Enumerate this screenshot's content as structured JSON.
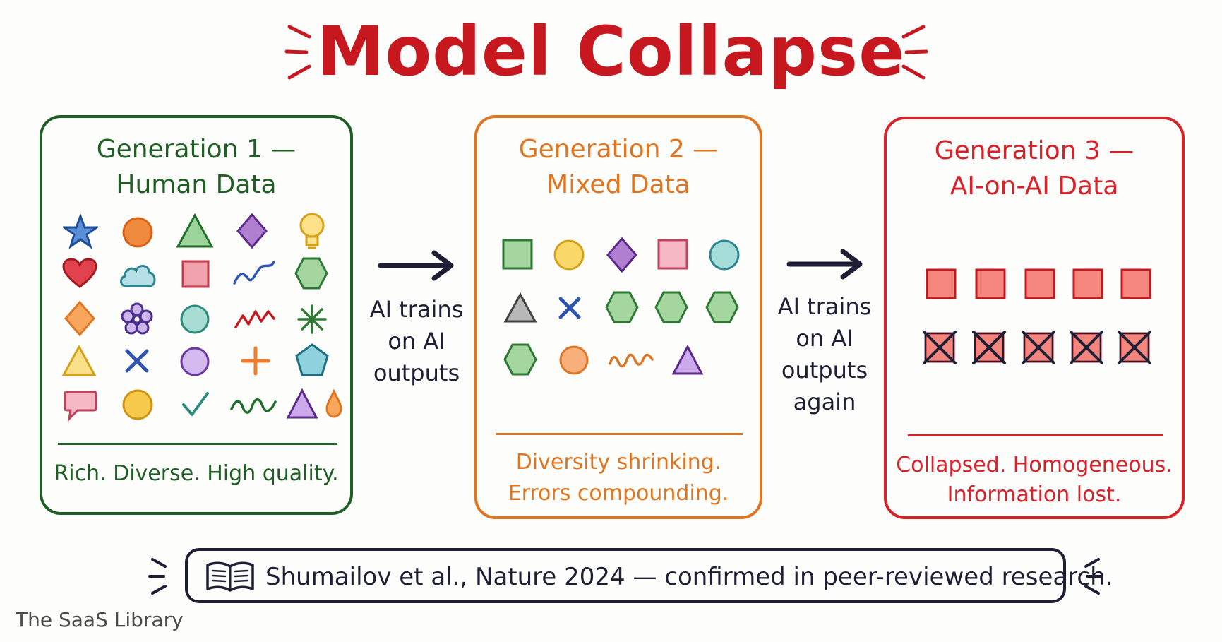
{
  "title": "Model Collapse",
  "colors": {
    "title": "#c8181f",
    "gen1": "#1f5e24",
    "gen2": "#e07521",
    "gen3": "#d7222a",
    "ink": "#1e1f35"
  },
  "generations": [
    {
      "title_line1": "Generation 1 —",
      "title_line2": "Human Data",
      "caption": "Rich. Diverse. High quality.",
      "icons": [
        "star-icon",
        "circle-icon",
        "triangle-icon",
        "diamond-icon",
        "lightbulb-icon",
        "heart-icon",
        "cloud-icon",
        "square-icon",
        "squiggle-icon",
        "hexagon-icon",
        "diamond-icon",
        "flower-icon",
        "circle-icon",
        "zigzag-icon",
        "asterisk-icon",
        "triangle-icon",
        "x-icon",
        "circle-icon",
        "plus-icon",
        "pentagon-icon",
        "speech-bubble-icon",
        "circle-icon",
        "checkmark-icon",
        "wave-icon",
        "triangle-icon",
        "droplet-icon"
      ]
    },
    {
      "title_line1": "Generation 2 —",
      "title_line2": "Mixed Data",
      "caption_line1": "Diversity shrinking.",
      "caption_line2": "Errors compounding.",
      "icons": [
        "square-icon",
        "circle-icon",
        "diamond-icon",
        "square-icon",
        "circle-icon",
        "triangle-icon",
        "x-icon",
        "hexagon-icon",
        "hexagon-icon",
        "hexagon-icon",
        "hexagon-icon",
        "circle-icon",
        "squiggle-icon",
        "triangle-icon"
      ]
    },
    {
      "title_line1": "Generation 3 —",
      "title_line2": "AI-on-AI Data",
      "caption_line1": "Collapsed. Homogeneous.",
      "caption_line2": "Information lost.",
      "icons": [
        "square-icon",
        "square-icon",
        "square-icon",
        "square-icon",
        "square-icon",
        "crossed-square-icon",
        "crossed-square-icon",
        "crossed-square-icon",
        "crossed-square-icon",
        "crossed-square-icon"
      ]
    }
  ],
  "arrows": [
    {
      "line1": "AI trains",
      "line2": "on AI",
      "line3": "outputs"
    },
    {
      "line1": "AI trains",
      "line2": "on AI",
      "line3": "outputs",
      "line4": "again"
    }
  ],
  "citation": "Shumailov et al., Nature 2024 — confirmed in peer-reviewed research.",
  "watermark": "The SaaS Library"
}
